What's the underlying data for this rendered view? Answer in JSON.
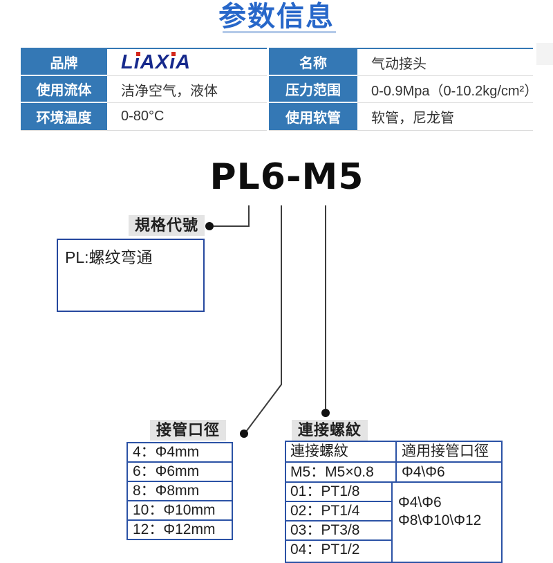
{
  "title": "参数信息",
  "brand_logo": {
    "name": "LiAXiA",
    "letters": [
      {
        "ch": "L",
        "dot": false
      },
      {
        "ch": "ı",
        "dot": true
      },
      {
        "ch": "A",
        "dot": false
      },
      {
        "ch": "X",
        "dot": false
      },
      {
        "ch": "ı",
        "dot": true
      },
      {
        "ch": "A",
        "dot": false
      }
    ]
  },
  "spec_table": {
    "left_rows": [
      {
        "label": "品牌",
        "value": ""
      },
      {
        "label": "使用流体",
        "value": "洁净空气，液体"
      },
      {
        "label": "环境温度",
        "value": "0-80°C"
      }
    ],
    "right_rows": [
      {
        "label": "名称",
        "value": "气动接头"
      },
      {
        "label": "压力范围",
        "value": "0-0.9Mpa（0-10.2kg/cm²）"
      },
      {
        "label": "使用软管",
        "value": "软管，尼龙管"
      }
    ]
  },
  "model_code": "PL6-M5",
  "spec_code": {
    "label": "規格代號",
    "description": "PL:螺纹弯通"
  },
  "pipe_diameter": {
    "label": "接管口徑",
    "rows": [
      "4：Φ4mm",
      "6：Φ6mm",
      "8：Φ8mm",
      "10：Φ10mm",
      "12：Φ12mm"
    ]
  },
  "thread": {
    "label": "連接螺紋",
    "headers": [
      "連接螺紋",
      "適用接管口徑"
    ],
    "m5_row": {
      "thread": "M5：M5×0.8",
      "pipe": "Φ4\\Φ6"
    },
    "pt_rows": [
      "01：PT1/8",
      "02：PT1/4",
      "03：PT3/8",
      "04：PT1/2"
    ],
    "merged_pipe_lines": [
      "Φ4\\Φ6",
      "Φ8\\Φ10\\Φ12"
    ]
  },
  "colors": {
    "header_blue": "#3478b5",
    "title_blue": "#2767c9",
    "table_border_blue": "#2b52a5",
    "logo_navy": "#16298c",
    "logo_dot_red": "#d4281c"
  }
}
